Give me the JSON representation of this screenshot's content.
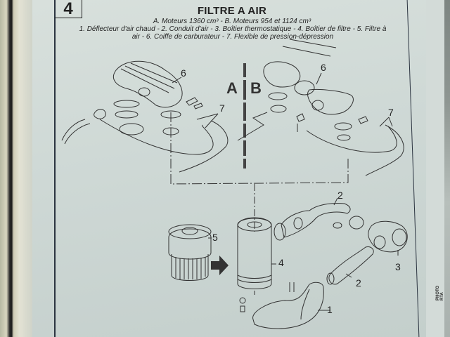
{
  "page": {
    "section_number": "4",
    "title": "FILTRE A AIR",
    "subtitle": "A. Moteurs 1360 cm³ - B. Moteurs 954 et 1124 cm³",
    "legend_line1": "1. Déflecteur d'air chaud - 2. Conduit d'air - 3. Boîtier thermostatique - 4. Boîtier de filtre - 5. Filtre à",
    "legend_line2": "air - 6. Coiffe de carburateur - 7. Flexible de pression-dépression",
    "credit": "PHOTO RTA"
  },
  "diagram": {
    "variant_a_label": "A",
    "variant_b_label": "B",
    "callouts": [
      {
        "id": "6a",
        "text": "6"
      },
      {
        "id": "7a",
        "text": "7"
      },
      {
        "id": "6b",
        "text": "6"
      },
      {
        "id": "7b",
        "text": "7"
      },
      {
        "id": "2top",
        "text": "2"
      },
      {
        "id": "5",
        "text": "5"
      },
      {
        "id": "4",
        "text": "4"
      },
      {
        "id": "3",
        "text": "3"
      },
      {
        "id": "2bottom",
        "text": "2"
      },
      {
        "id": "1",
        "text": "1"
      }
    ],
    "parts": [
      {
        "number": 1,
        "name": "Déflecteur d'air chaud"
      },
      {
        "number": 2,
        "name": "Conduit d'air"
      },
      {
        "number": 3,
        "name": "Boîtier thermostatique"
      },
      {
        "number": 4,
        "name": "Boîtier de filtre"
      },
      {
        "number": 5,
        "name": "Filtre à air"
      },
      {
        "number": 6,
        "name": "Coiffe de carburateur"
      },
      {
        "number": 7,
        "name": "Flexible de pression-dépression"
      }
    ]
  }
}
